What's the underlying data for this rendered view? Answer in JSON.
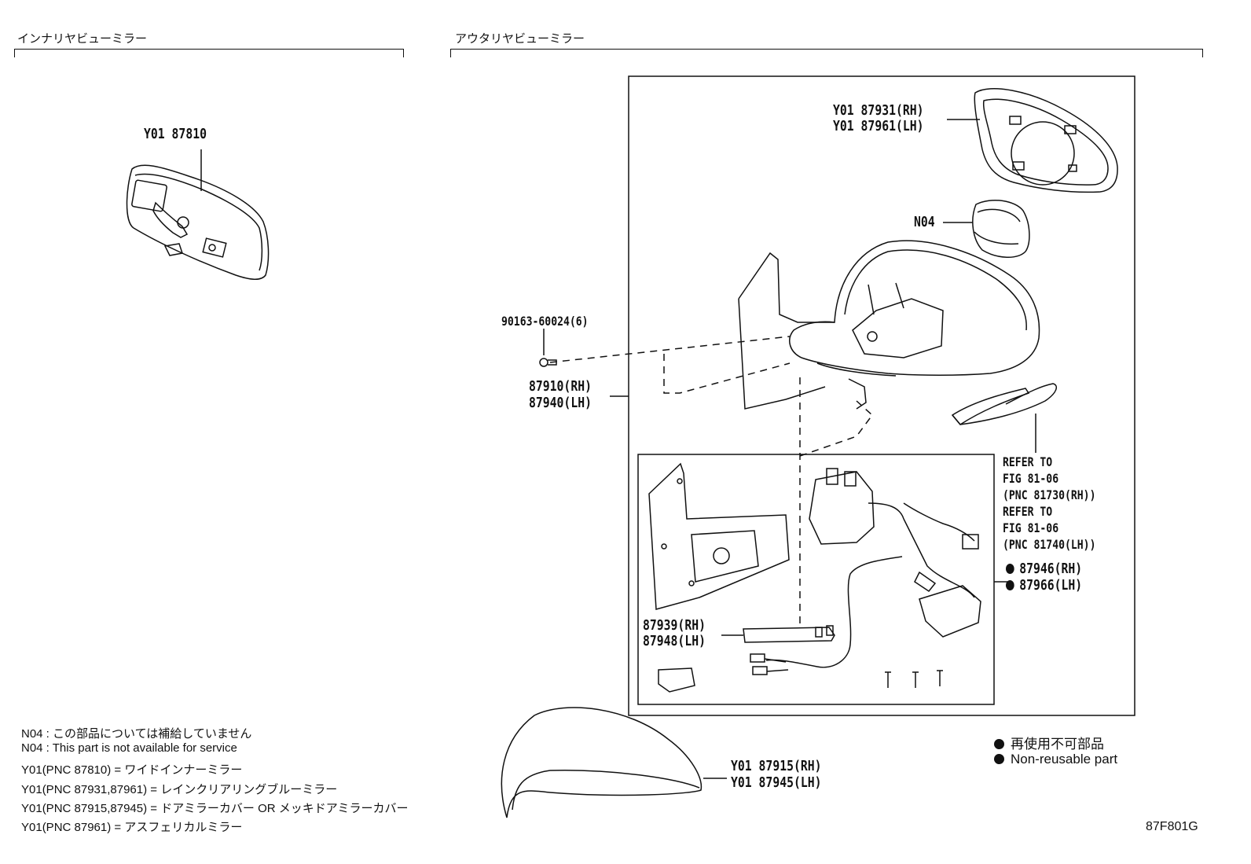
{
  "sections": {
    "inner": {
      "title": "インナリヤビューミラー"
    },
    "outer": {
      "title": "アウタリヤビューミラー"
    }
  },
  "labels": {
    "inner_mirror": "Y01 87810",
    "mirror_glass": [
      "Y01 87931(RH)",
      "Y01 87961(LH)"
    ],
    "n04": "N04",
    "screw": "90163-60024(6)",
    "mirror_assy": [
      "87910(RH)",
      "87940(LH)"
    ],
    "refer": [
      "REFER TO",
      "FIG 81-06",
      "(PNC 81730(RH))",
      "REFER TO",
      "FIG 81-06",
      "(PNC 81740(LH))"
    ],
    "non_reusable_parts": [
      "87946(RH)",
      "87966(LH)"
    ],
    "lamp": [
      "87939(RH)",
      "87948(LH)"
    ],
    "cover": [
      "Y01 87915(RH)",
      "Y01 87945(LH)"
    ]
  },
  "notes": [
    "N04 :  この部品については補給していません",
    "N04 :  This part is not available for service",
    "Y01(PNC 87810) = ワイドインナーミラー",
    "Y01(PNC 87931,87961) = レインクリアリングブルーミラー",
    "Y01(PNC 87915,87945) = ドアミラーカバー OR メッキドアミラーカバー",
    "Y01(PNC 87961) = アスフェリカルミラー"
  ],
  "legend": [
    "再使用不可部品",
    "Non-reusable part"
  ],
  "figure_code": "87F801G"
}
